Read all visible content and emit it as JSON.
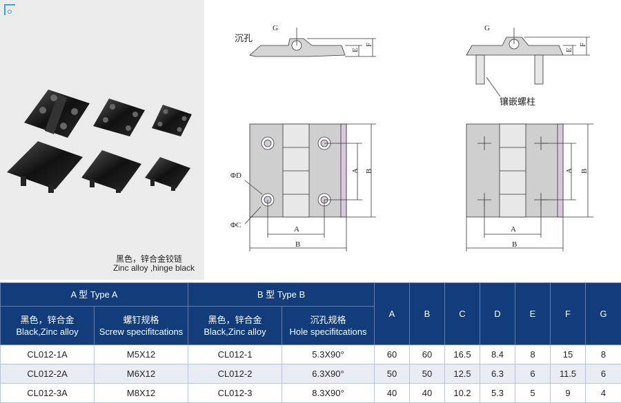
{
  "photo": {
    "caption_cn": "黑色，锌合金铰链",
    "caption_en": "Zinc alloy ,hinge black"
  },
  "drawing": {
    "label_g_left": "G",
    "label_g_right": "G",
    "label_chenkong": "沉孔",
    "label_xiangqian": "镶嵌螺柱",
    "label_e": "E",
    "label_f": "F",
    "label_a": "A",
    "label_b": "B",
    "label_d": "ΦD",
    "label_c": "ΦC"
  },
  "table": {
    "group_a": "A 型  Type A",
    "group_b": "B 型  Type B",
    "sub_headers": [
      "黑色，锌合金 Black,Zinc alloy",
      "螺钉规格 Screw specifitcations",
      "黑色，锌合金 Black,Zinc alloy",
      "沉孔规格 Hole specifitcations"
    ],
    "sub_a1_cn": "黑色，锌合金",
    "sub_a1_en": "Black,Zinc alloy",
    "sub_a2_cn": "螺钉规格",
    "sub_a2_en": "Screw specifitcations",
    "sub_b1_cn": "黑色，锌合金",
    "sub_b1_en": "Black,Zinc alloy",
    "sub_b2_cn": "沉孔规格",
    "sub_b2_en": "Hole specifitcations",
    "dim_headers": [
      "A",
      "B",
      "C",
      "D",
      "E",
      "F",
      "G"
    ],
    "rows": [
      [
        "CL012-1A",
        "M5X12",
        "CL012-1",
        "5.3X90°",
        "60",
        "60",
        "16.5",
        "8.4",
        "8",
        "15",
        "8"
      ],
      [
        "CL012-2A",
        "M6X12",
        "CL012-2",
        "6.3X90°",
        "50",
        "50",
        "12.5",
        "6.3",
        "6",
        "11.5",
        "6"
      ],
      [
        "CL012-3A",
        "M8X12",
        "CL012-3",
        "8.3X90°",
        "40",
        "40",
        "10.2",
        "5.3",
        "5",
        "9",
        "4"
      ]
    ]
  }
}
